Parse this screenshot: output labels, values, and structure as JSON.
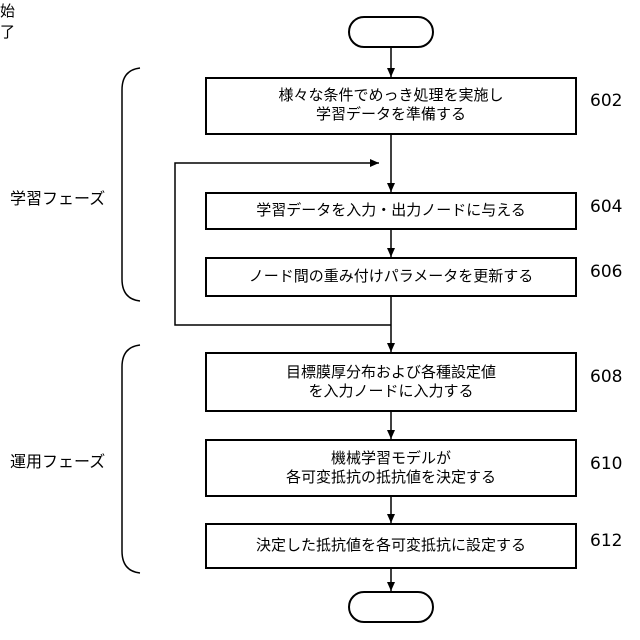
{
  "start": {
    "label": "開始"
  },
  "end": {
    "label": "終了"
  },
  "phases": {
    "learning": "学習フェーズ",
    "operation": "運用フェーズ"
  },
  "steps": [
    {
      "ref": "602",
      "lines": [
        "様々な条件でめっき処理を実施し",
        "学習データを準備する"
      ]
    },
    {
      "ref": "604",
      "lines": [
        "学習データを入力・出力ノードに与える"
      ]
    },
    {
      "ref": "606",
      "lines": [
        "ノード間の重み付けパラメータを更新する"
      ]
    },
    {
      "ref": "608",
      "lines": [
        "目標膜厚分布および各種設定値",
        "を入力ノードに入力する"
      ]
    },
    {
      "ref": "610",
      "lines": [
        "機械学習モデルが",
        "各可変抵抗の抵抗値を決定する"
      ]
    },
    {
      "ref": "612",
      "lines": [
        "決定した抵抗値を各可変抵抗に設定する"
      ]
    }
  ]
}
